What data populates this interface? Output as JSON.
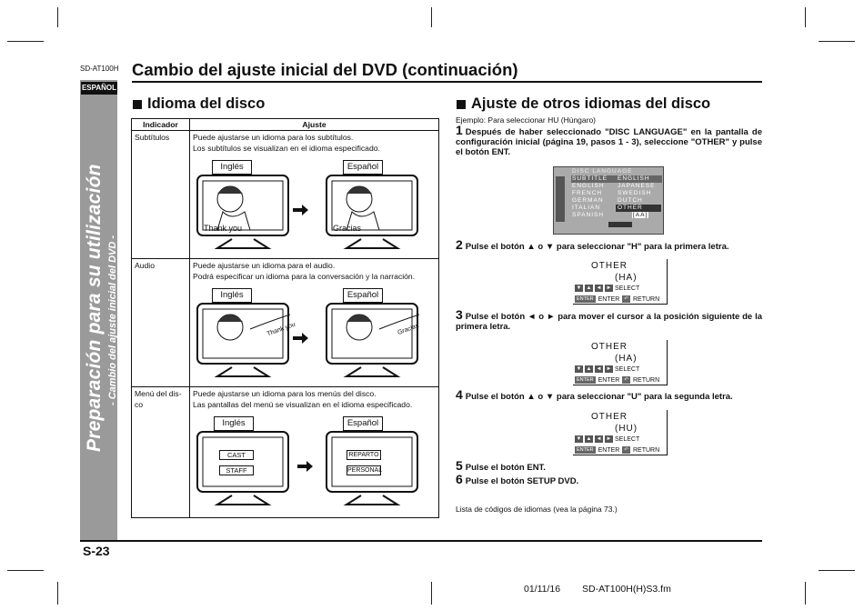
{
  "header": {
    "model": "SD-AT100H",
    "title": "Cambio del ajuste inicial del DVD (continuación)"
  },
  "sidebar": {
    "lang_tab": "ESPAÑOL",
    "vertical_title": "Preparación para su utilización",
    "vertical_subtitle": "- Cambio del ajuste inicial del DVD -"
  },
  "left": {
    "heading": "Idioma del disco",
    "table": {
      "headers": [
        "Indicador",
        "Ajuste"
      ],
      "rows": [
        {
          "indicator": "Subtítulos",
          "lines": [
            "Puede ajustarse un idioma para los subtítulos.",
            "Los subtítulos se visualizan en el idioma especificado."
          ],
          "from_label": "Inglés",
          "to_label": "Español",
          "from_text": "Thank you",
          "to_text": "Gracias"
        },
        {
          "indicator": "Audio",
          "lines": [
            "Puede ajustarse un idioma para el audio.",
            "Podrá especificar un idioma para la conversación y la narración."
          ],
          "from_label": "Inglés",
          "to_label": "Español",
          "from_text": "Thank you",
          "to_text": "Gracias"
        },
        {
          "indicator": "Menú del dis- co",
          "lines": [
            "Puede ajustarse un idioma para los menús del disco.",
            "Las pantallas del menú se visualizan en el idioma especificado."
          ],
          "from_label": "Inglés",
          "to_label": "Español",
          "from_items": [
            "CAST",
            "STAFF"
          ],
          "to_items": [
            "REPARTO",
            "PERSONAL"
          ]
        }
      ]
    }
  },
  "right": {
    "heading": "Ajuste de otros idiomas del disco",
    "example": "Ejemplo: Para seleccionar HU (Húngaro)",
    "steps": [
      {
        "n": "1",
        "text": "Después de haber seleccionado \"DISC LANGUAGE\" en la pantalla de configuración inicial (página 19, pasos 1 - 3), seleccione \"OTHER\" y pulse el botón ENT."
      },
      {
        "n": "2",
        "text": "Pulse el botón ▲ o ▼ para seleccionar \"H\" para la primera letra."
      },
      {
        "n": "3",
        "text": "Pulse el botón ◄ o ► para mover el cursor a la posición siguiente de la primera letra."
      },
      {
        "n": "4",
        "text": "Pulse el botón ▲ o ▼ para seleccionar \"U\" para la segunda letra."
      },
      {
        "n": "5",
        "text": "Pulse el botón ENT."
      },
      {
        "n": "6",
        "text": "Pulse el botón SETUP DVD."
      }
    ],
    "lcd": {
      "title": "DISC LANGUAGE",
      "left": [
        "SUBTITLE",
        "ENGLISH",
        "FRENCH",
        "GERMAN",
        "ITALIAN",
        "SPANISH"
      ],
      "right": [
        "ENGLISH",
        "JAPANESE",
        "SWEDISH",
        "DUTCH",
        "OTHER",
        "[AA]"
      ]
    },
    "boxes": [
      {
        "label": "OTHER",
        "code": "(HA)",
        "cursor": "H"
      },
      {
        "label": "OTHER",
        "code": "(HA)",
        "cursor": "A"
      },
      {
        "label": "OTHER",
        "code": "(HU)",
        "cursor": "U"
      }
    ],
    "box_keys": {
      "select": "SELECT",
      "enter": "ENTER",
      "return": "RETURN",
      "enter_key": "ENTER"
    },
    "note": "Lista de códigos de idiomas (vea la página 73.)"
  },
  "footer": {
    "page": "S-23",
    "date": "01/11/16",
    "file": "SD-AT100H(H)S3.fm"
  }
}
